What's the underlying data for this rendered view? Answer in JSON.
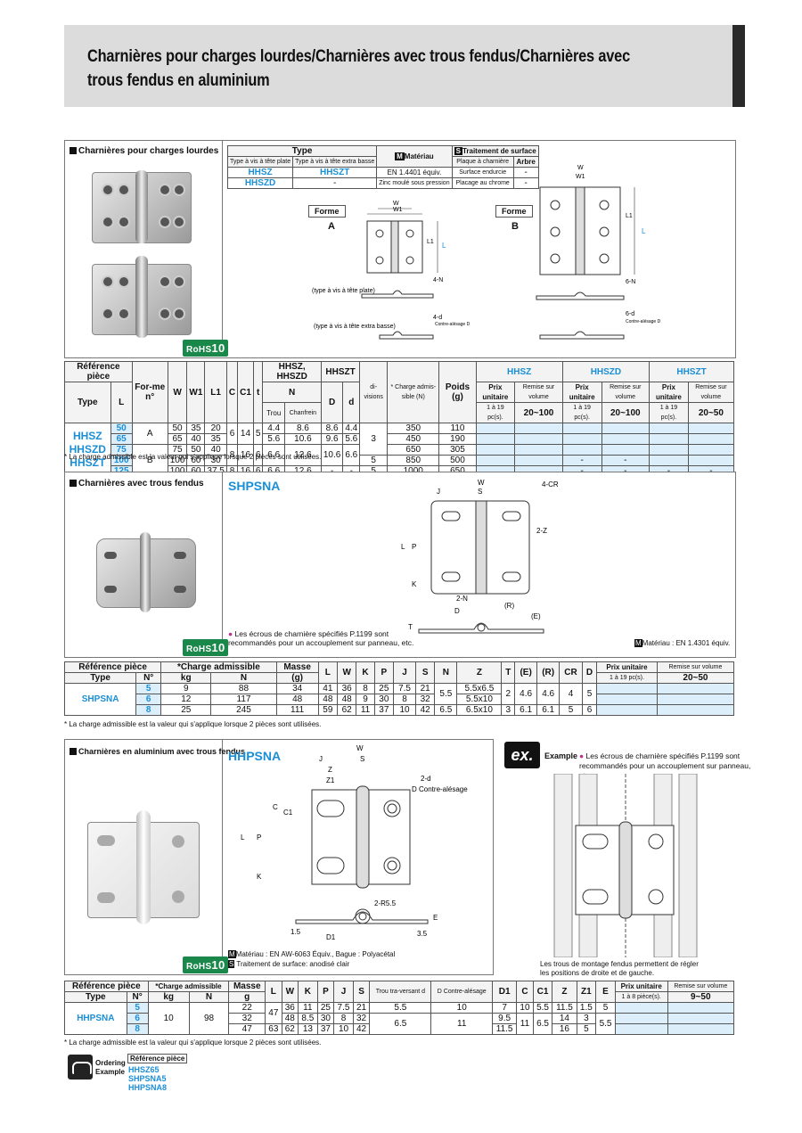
{
  "header": {
    "title": "Charnières pour charges lourdes/Charnières avec trous fendus/Charnières avec trous fendus en aluminium"
  },
  "section1": {
    "label": "Charnières pour charges lourdes",
    "type_table": {
      "type_header": "Type",
      "material_header": "Matériau",
      "material_icon": "M",
      "surface_icon": "S",
      "surface_header": "Traitement de surface",
      "col_plate": "Type à vis à tête plate",
      "col_low": "Type à vis à tête extra basse",
      "col_plaque": "Plaque à charnière",
      "col_arbre": "Arbre",
      "rows": [
        {
          "plate": "HHSZ",
          "low": "HHSZT",
          "material": "EN 1.4401 équiv.",
          "plaque": "Surface endurcie",
          "arbre": "-"
        },
        {
          "plate": "HHSZD",
          "low": "-",
          "material": "Zinc moulé sous pression",
          "plaque": "Placage au chrome",
          "arbre": "-"
        }
      ]
    },
    "forme_label": "Forme",
    "forme_a": "A",
    "forme_b": "B",
    "caption_plate": "(type à vis à tête plate)",
    "caption_low": "(type à vis à tête extra basse)",
    "counterbore": "Contre-alésage D",
    "dims": {
      "w": "W",
      "w1": "W1",
      "l": "L",
      "l1": "L1",
      "c": "C",
      "c1": "C1",
      "n4": "4-N",
      "n6": "6-N",
      "d4": "4-d",
      "d6": "6-d",
      "t": "t"
    },
    "rohs": "RoHS",
    "rohs_num": "10",
    "spec": {
      "h_ref": "Référence pièce",
      "h_type": "Type",
      "h_l": "L",
      "h_forme": "For-me n°",
      "h_w": "W",
      "h_w1": "W1",
      "h_l1": "L1",
      "h_c": "C",
      "h_c1": "C1",
      "h_t": "t",
      "h_hhsz_hhszd": "HHSZ, HHSZD",
      "h_hhszt": "HHSZT",
      "h_n": "N",
      "h_trou": "Trou",
      "h_chanfrein": "Chanfrein",
      "h_D": "D",
      "h_d": "d",
      "h_div": "di-visions",
      "h_charge": "* Charge admis-sible (N)",
      "h_poids": "Poids (g)",
      "h_hhsz": "HHSZ",
      "h_hhszd": "HHSZD",
      "h_hhszt2": "HHSZT",
      "h_prix": "Prix unitaire",
      "h_remise": "Remise sur volume",
      "h_qty": "1 à 19 pc(s).",
      "h_r1": "20~100",
      "h_r2": "20~100",
      "h_r3": "20~50",
      "types": [
        "HHSZ",
        "HHSZD",
        "HHSZT"
      ],
      "rows": [
        {
          "l": "50",
          "forme": "A",
          "w": "50",
          "w1": "35",
          "l1": "20",
          "c": "6",
          "c1": "14",
          "t": "5",
          "trou": "4.4",
          "chanfrein": "8.6",
          "D": "8.6",
          "d": "4.4",
          "div": "3",
          "charge": "350",
          "poids": "110",
          "p": [
            "",
            "",
            "",
            "",
            "",
            ""
          ]
        },
        {
          "l": "65",
          "forme": "A",
          "w": "65",
          "w1": "40",
          "l1": "35",
          "c": "6",
          "c1": "14",
          "t": "5",
          "trou": "5.6",
          "chanfrein": "10.6",
          "D": "9.6",
          "d": "5.6",
          "div": "3",
          "charge": "450",
          "poids": "190",
          "p": [
            "",
            "",
            "",
            "",
            "",
            ""
          ]
        },
        {
          "l": "75",
          "forme": "B",
          "w": "75",
          "w1": "50",
          "l1": "40",
          "c": "8",
          "c1": "16",
          "t": "6",
          "trou": "6.6",
          "chanfrein": "12.6",
          "D": "10.6",
          "d": "6.6",
          "div": "3",
          "charge": "650",
          "poids": "305",
          "p": [
            "",
            "",
            "",
            "",
            "",
            ""
          ]
        },
        {
          "l": "100",
          "forme": "B",
          "w": "100",
          "w1": "60",
          "l1": "30",
          "c": "8",
          "c1": "16",
          "t": "6",
          "trou": "6.6",
          "chanfrein": "12.6",
          "D": "10.6",
          "d": "6.6",
          "div": "5",
          "charge": "850",
          "poids": "500",
          "p": [
            "",
            "",
            "-",
            "-",
            "",
            ""
          ]
        },
        {
          "l": "125",
          "forme": "B",
          "w": "100",
          "w1": "60",
          "l1": "37.5",
          "c": "8",
          "c1": "16",
          "t": "6",
          "trou": "6.6",
          "chanfrein": "12.6",
          "D": "-",
          "d": "-",
          "div": "5",
          "charge": "1000",
          "poids": "650",
          "p": [
            "",
            "",
            "-",
            "-",
            "-",
            "-"
          ]
        }
      ]
    },
    "note": "* La charge admissible est la valeur qui s'applique lorsque 2 pièces sont utilisées."
  },
  "section2": {
    "label": "Charnières avec trous fendus",
    "model": "SHPSNA",
    "nut_note": "Les écrous de charnière spécifiés P.1199 sont recommandés pour un accouplement sur panneau, etc.",
    "nut_page": "P.1199",
    "material": "Matériau : EN 1.4301 équiv.",
    "material_icon": "M",
    "dims": {
      "w": "W",
      "s": "S",
      "j": "J",
      "cr": "4-CR",
      "z": "2-Z",
      "l": "L",
      "p": "P",
      "k": "K",
      "n": "2-N",
      "d": "D",
      "r": "(R)",
      "e": "(E)",
      "t": "T"
    },
    "rohs": "RoHS",
    "rohs_num": "10",
    "spec": {
      "h_ref": "Référence pièce",
      "h_type": "Type",
      "h_no": "N°",
      "h_charge": "*Charge admissible",
      "h_kg": "kg",
      "h_n": "N",
      "h_masse": "Masse",
      "h_g": "(g)",
      "cols": [
        "L",
        "W",
        "K",
        "P",
        "J",
        "S",
        "N",
        "Z",
        "T",
        "(E)",
        "(R)",
        "CR",
        "D"
      ],
      "h_prix": "Prix unitaire",
      "h_remise": "Remise sur volume",
      "h_qty": "1 à 19 pc(s).",
      "h_range": "20~50",
      "type": "SHPSNA",
      "rows": [
        {
          "no": "5",
          "kg": "9",
          "n": "88",
          "masse": "34",
          "L": "41",
          "W": "36",
          "K": "8",
          "P": "25",
          "J": "7.5",
          "S": "21",
          "N": "5.5",
          "Z": "5.5x6.5",
          "T": "2",
          "E": "4.6",
          "R": "4.6",
          "CR": "4",
          "D": "5"
        },
        {
          "no": "6",
          "kg": "12",
          "n": "117",
          "masse": "48",
          "L": "48",
          "W": "48",
          "K": "9",
          "P": "30",
          "J": "8",
          "S": "32",
          "N": "5.5",
          "Z": "5.5x10",
          "T": "2",
          "E": "4.6",
          "R": "4.6",
          "CR": "4",
          "D": "5"
        },
        {
          "no": "8",
          "kg": "25",
          "n": "245",
          "masse": "111",
          "L": "59",
          "W": "62",
          "K": "11",
          "P": "37",
          "J": "10",
          "S": "42",
          "N": "6.5",
          "Z": "6.5x10",
          "T": "3",
          "E": "6.1",
          "R": "6.1",
          "CR": "5",
          "D": "6"
        }
      ]
    },
    "note": "* La charge admissible est la valeur qui s'applique lorsque 2 pièces sont utilisées."
  },
  "section3": {
    "label": "Charnières en aluminium avec trous fendus",
    "model": "HHPSNA",
    "dims": {
      "w": "W",
      "s": "S",
      "j": "J",
      "z": "Z",
      "z1": "Z1",
      "cd": "2-d",
      "cb": "D Contre-alésage",
      "c": "C",
      "c1": "C1",
      "l": "L",
      "p": "P",
      "k": "K",
      "r": "2-R5.5",
      "d1": "D1",
      "e": "E",
      "v15": "1.5",
      "v35": "3.5"
    },
    "material": "Matériau : EN AW-6063 Équiv., Bague : Polyacétal",
    "material_icon": "M",
    "surface_icon": "S",
    "surface": "Traitement de surface: anodisé clair",
    "rohs": "RoHS",
    "rohs_num": "10",
    "example_icon": "ex.",
    "example_label": "Example",
    "example_note": "Les écrous de charnière spécifiés P.1199 sont recommandés pour un accouplement sur panneau, etc.",
    "example_caption": "Les trous de montage fendus permettent de régler les positions de droite et de gauche.",
    "spec": {
      "h_ref": "Référence pièce",
      "h_type": "Type",
      "h_no": "N°",
      "h_charge": "*Charge admissible",
      "h_kg": "kg",
      "h_n": "N",
      "h_masse": "Masse",
      "h_g": "g",
      "cols": [
        "L",
        "W",
        "K",
        "P",
        "J",
        "S"
      ],
      "h_trou": "Trou tra-versant d",
      "h_D": "D Contre-alésage",
      "cols2": [
        "D1",
        "C",
        "C1",
        "Z",
        "Z1",
        "E"
      ],
      "h_prix": "Prix unitaire",
      "h_remise": "Remise sur volume",
      "h_qty": "1 à 8 pièce(s).",
      "h_range": "9~50",
      "type": "HHPSNA",
      "kg": "10",
      "n": "98",
      "l_all": "47",
      "trou_68": "6.5",
      "D_all": "11",
      "C_68": "11",
      "C1_68": "6.5",
      "E_68": "5.5",
      "rows": [
        {
          "no": "5",
          "masse": "22",
          "W": "36",
          "K": "11",
          "P": "25",
          "J": "7.5",
          "S": "21",
          "trou": "5.5",
          "D": "10",
          "D1": "7",
          "C": "10",
          "C1": "5.5",
          "Z": "11.5",
          "Z1": "1.5",
          "E": "5"
        },
        {
          "no": "6",
          "masse": "32",
          "W": "48",
          "K": "8.5",
          "P": "30",
          "J": "8",
          "S": "32",
          "D1": "9.5",
          "Z": "14",
          "Z1": "3"
        },
        {
          "no": "8",
          "masse": "47",
          "L": "63",
          "W": "62",
          "K": "13",
          "P": "37",
          "J": "10",
          "S": "42",
          "D1": "11.5",
          "Z": "16",
          "Z1": "5"
        }
      ]
    },
    "note": "* La charge admissible est la valeur qui s'applique lorsque 2 pièces sont utilisées."
  },
  "ordering": {
    "label1": "Ordering",
    "label2": "Example",
    "ref_header": "Référence pièce",
    "items": [
      "HHSZ65",
      "SHPSNA5",
      "HHPSNA8"
    ]
  }
}
